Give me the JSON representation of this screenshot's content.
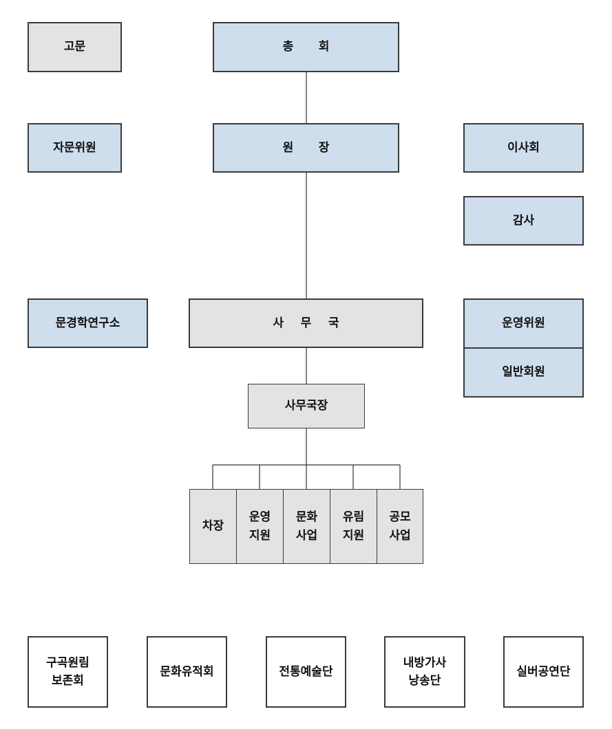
{
  "top": {
    "advisor": "고문",
    "general_assembly": "총 회",
    "advisory_committee": "자문위원",
    "director": "원 장",
    "board": "이사회",
    "auditor": "감사",
    "institute": "문경학연구소",
    "secretariat": "사 무 국",
    "operating_committee": "운영위원",
    "general_members": "일반회원",
    "secretary_general": "사무국장"
  },
  "departments": [
    "차장",
    "운영\n지원",
    "문화\n사업",
    "유림\n지원",
    "공모\n사업"
  ],
  "affiliates": [
    "구곡원림\n보존회",
    "문화유적회",
    "전통예술단",
    "내방가사\n낭송단",
    "실버공연단"
  ]
}
